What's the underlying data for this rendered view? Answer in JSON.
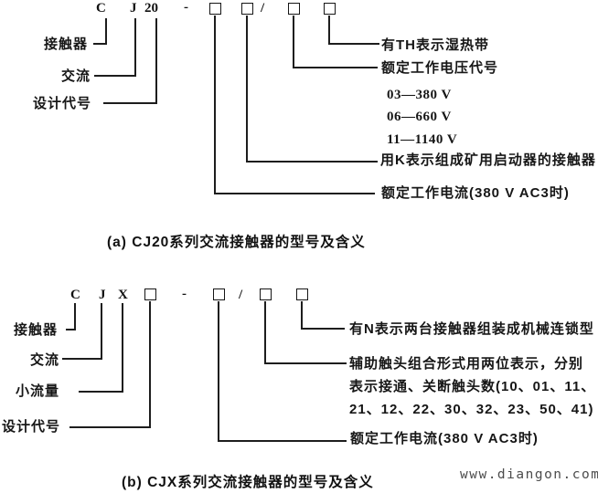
{
  "page": {
    "background": "#ffffff",
    "ink_color": "#1d1d1d"
  },
  "watermark": "www.diangon.com",
  "diagram_a": {
    "formula": {
      "contactor_letter": "C",
      "ac_letter": "J",
      "design_code": "20",
      "dash": "-",
      "slash": "/"
    },
    "left_labels": {
      "contactor": "接触器",
      "ac": "交流",
      "design_code": "设计代号"
    },
    "right_labels": {
      "th": "有TH表示湿热带",
      "voltage_code": "额定工作电压代号",
      "voltage_options": [
        "03—380 V",
        "06—660 V",
        "11—1140 V"
      ],
      "mining_k": "用K表示组成矿用启动器的接触器",
      "rated_current": "额定工作电流(380 V AC3时)"
    },
    "caption": "(a) CJ20系列交流接触器的型号及含义"
  },
  "diagram_b": {
    "formula": {
      "contactor_letter": "C",
      "ac_letter": "J",
      "small_letter": "X",
      "dash": "-",
      "slash": "/"
    },
    "left_labels": {
      "contactor": "接触器",
      "ac": "交流",
      "small_capacity": "小流量",
      "design_code": "设计代号"
    },
    "right_labels": {
      "interlock_n": "有N表示两台接触器组装成机械连锁型",
      "aux_line1": "辅助触头组合形式用两位表示，分别",
      "aux_line2": "表示接通、关断触头数(10、01、11、",
      "aux_line3": "21、12、22、30、32、23、50、41)",
      "rated_current": "额定工作电流(380 V AC3时)"
    },
    "caption": "(b) CJX系列交流接触器的型号及含义"
  }
}
